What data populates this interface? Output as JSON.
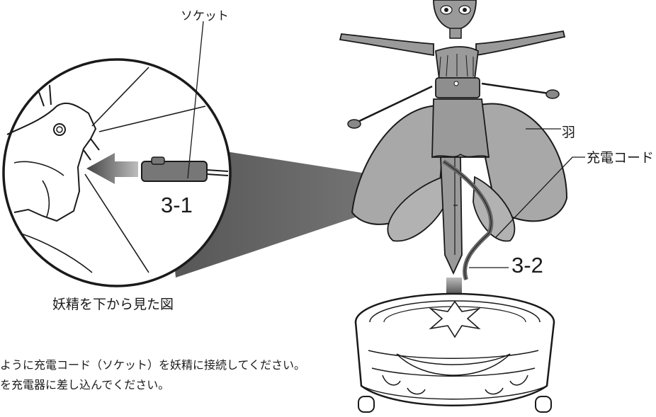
{
  "labels": {
    "socket": "ソケット",
    "wing": "羽",
    "charging_cord": "充電コード",
    "step_3_1": "3-1",
    "step_3_2": "3-2",
    "zoom_caption": "妖精を下から見た図"
  },
  "instructions": {
    "line1": "ように充電コード（ソケット）を妖精に接続してください。",
    "line2": "を充電器に差し込んでください。"
  },
  "colors": {
    "line": "#1a1a1a",
    "figure_gray": "#9a9a9a",
    "wing_gray": "#a8a8a8",
    "dark_gray": "#5a5a5a",
    "background": "#ffffff"
  }
}
